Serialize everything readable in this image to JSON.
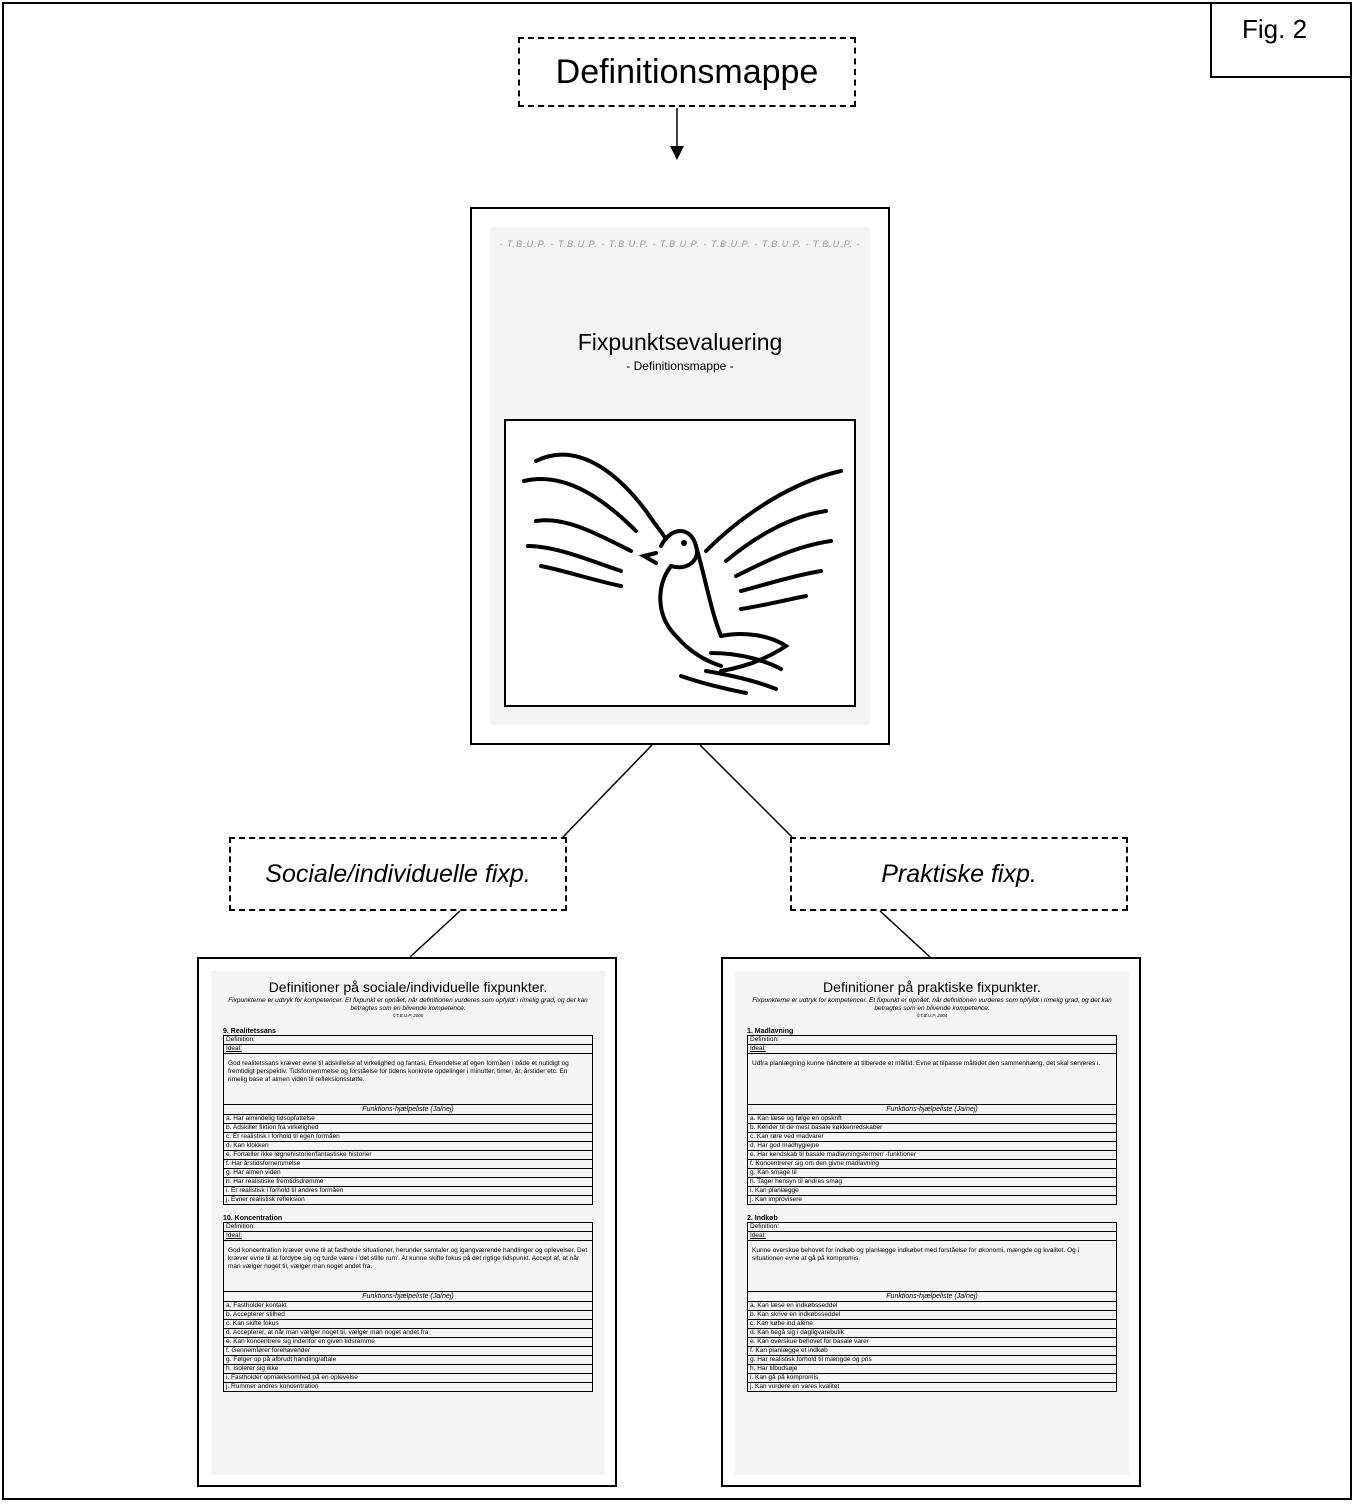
{
  "fig_label": "Fig. 2",
  "top_box": "Definitionsmappe",
  "cover": {
    "header": "- T.B.U.P. - T.B.U.P. - T.B.U.P. - T.B.U.P. - T.B.U.P. - T.B.U.P. - T.B.U.P. -",
    "title": "Fixpunktsevaluering",
    "subtitle": "- Definitionsmappe -"
  },
  "social_box": "Sociale/individuelle fixp.",
  "practical_box": "Praktiske fixp.",
  "social_doc": {
    "title": "Definitioner på sociale/individuelle fixpunkter.",
    "intro": "Fixpunkterne er udtryk for kompetencer. Et fixpunkt er opnået, når definitionen vurderes som opfyldt i rimelig grad, og det kan betragtes som en blivende kompetence.",
    "copyright": "©T.B.U.P. 2005",
    "sections": [
      {
        "title": "9. Realitetssans",
        "definition": "Definition:",
        "ideal": "Ideal:",
        "text": "God realitetssans kræver evne til adskillelse af virkelighed og fantasi. Erkendelse af egen formåen i både et nutidigt og fremtidigt perspektiv. Tidsfornemmelse og forståelse for tidens konkrete opdelinger i minutter, timer, år, årstider etc. En rimelig base af almen viden til refleksionsstøtte.",
        "func_header": "Funktions-hjælpeliste (Ja/nej)",
        "items": [
          "a. Har almindelig tidsopfattelse",
          "b. Adskiller fiktion fra virkelighed",
          "c. Er realistisk i forhold til egen formåen",
          "d. Kan klokken",
          "e. Fortæller ikke løgnehistorier/fantastiske historier",
          "f. Har årstidsfornemmelse",
          "g. Har almen viden",
          "h. Har realistiske fremtidsdrømme",
          "i. Er realistisk i forhold til andres formåen",
          "j. Evner realistisk refleksion"
        ]
      },
      {
        "title": "10. Koncentration",
        "definition": "Definition:",
        "ideal": "Ideal:",
        "text": "God koncentration kræver evne til at fastholde situationer, herunder samtaler og igangværende handlinger og oplevelser. Det kræver evne til at fordybe sig og turde være i 'det stille rum'. At kunne skifte fokus på det rigtige tidspunkt. Accept af, at når man vælger noget til, vælger man noget andet fra.",
        "func_header": "Funktions-hjælpeliste (Ja/nej)",
        "items": [
          "a. Fastholder kontakt",
          "b. Accepterer stilhed",
          "c. Kan skifte fokus",
          "d. Accepterer, at når man vælger noget til, vælger man noget andet fra",
          "e. Kan koncentrere sig indenfor en given tidsramme",
          "f. Gennemfører forehavender",
          "g. Følger op på afbrudt handling/aftale",
          "h. Isolerer sig ikke",
          "i. Fastholder opmærksomhed på en oplevelse",
          "j. Rummer andres koncentration"
        ]
      }
    ]
  },
  "practical_doc": {
    "title": "Definitioner på praktiske fixpunkter.",
    "intro": "Fixpunkterne er udtryk for kompetencer. Et fixpunkt er opnået, når definitionen vurderes som opfyldt i rimelig grad, og det kan betragtes som en blivende kompetence.",
    "copyright": "©T.B.U.P. 2004",
    "sections": [
      {
        "title": "1. Madlavning",
        "definition": "Definition:",
        "ideal": "Ideal:",
        "text": "Udfra planlægning kunne håndtere at tilberede et måltid. Evne at tilpasse måltidet den sammenhæng, det skal serveres i.",
        "func_header": "Funktions-hjælpeliste (Ja/nej)",
        "items": [
          "a. Kan læse og følge en opskrift",
          "b. Kender til de mest basale køkkenredskaber",
          "c. Kan røre ved madvarer",
          "d. Har god madhygiejne",
          "e. Har kendskab til basale madlavningstermer/ -funktioner",
          "f. Koncentrerer sig om den givne madlavning",
          "g. Kan smage til",
          "h. Tager hensyn til andres smag",
          "i. Kan planlægge",
          "j. Kan improvisere"
        ]
      },
      {
        "title": "2. Indkøb",
        "definition": "Definition:",
        "ideal": "Ideal:",
        "text": "Kunne overskue behovet for indkøb og planlægge indkøbet med forståelse for økonomi, mængde og kvalitet. Og i situationen evne at gå på kompromis.",
        "func_header": "Funktions-hjælpeliste (Ja/nej)",
        "items": [
          "a. Kan læse en indkøbsseddel",
          "b. Kan skrive en indkøbsseddel",
          "c. Kan købe ind alene",
          "d. Kan begå sig i dagligvarebutik",
          "e. Kan overskue behovet for basale varer",
          "f. Kan planlægge et indkøb",
          "g. Har realistisk forhold til mængde og pris",
          "h. Har tilbudsøje",
          "i. Kan gå på kompromis",
          "j. Kan vurdere en vares kvalitet"
        ]
      }
    ]
  }
}
